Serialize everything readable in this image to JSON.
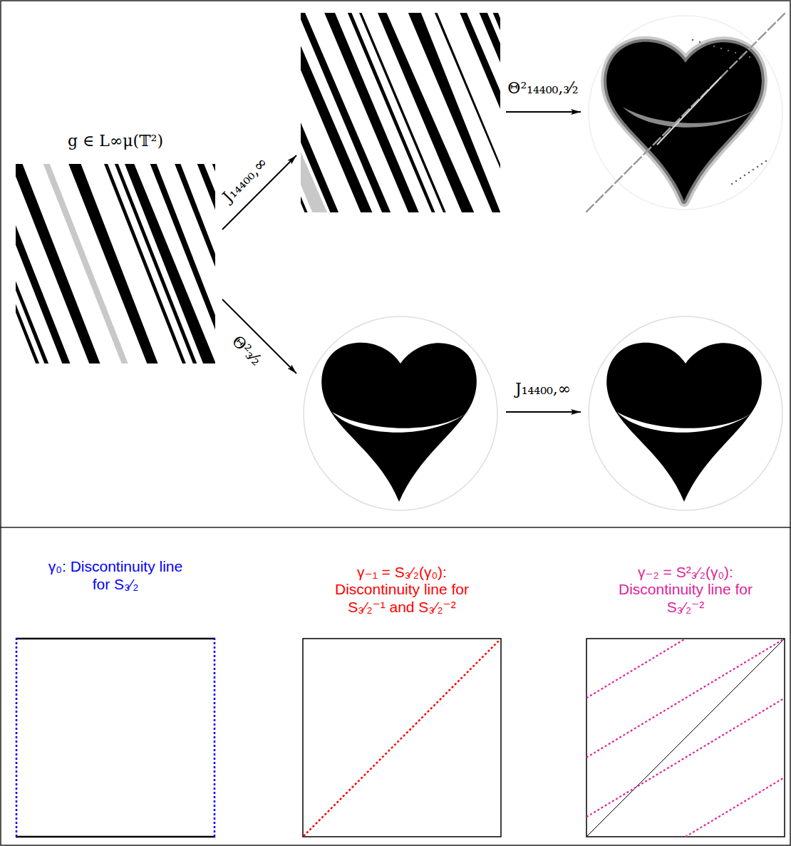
{
  "diagram": {
    "nodes": [
      {
        "text": [
          "γ₀: Discontinuity line for S₃⁄₂"
        ]
      },
      {
        "text": [
          "γ₋₁ = S₃⁄₂(γ₀): Discontinuity line for S₃⁄₂⁻¹ and S₃⁄₂⁻²"
        ]
      },
      {
        "text": [
          "γ₋₂ = S²₃⁄₂(γ₀): Discontinuity line for S₃⁄₂⁻²"
        ]
      }
    ],
    "labels": [
      "g ∈ L∞μ(𝕋²)",
      "J₁₄₄₀₀,∞",
      "Θ²₃⁄₂",
      "Θ²₁₄₄₀₀,₃⁄₂",
      "J₁₄₄₀₀,∞"
    ]
  }
}
